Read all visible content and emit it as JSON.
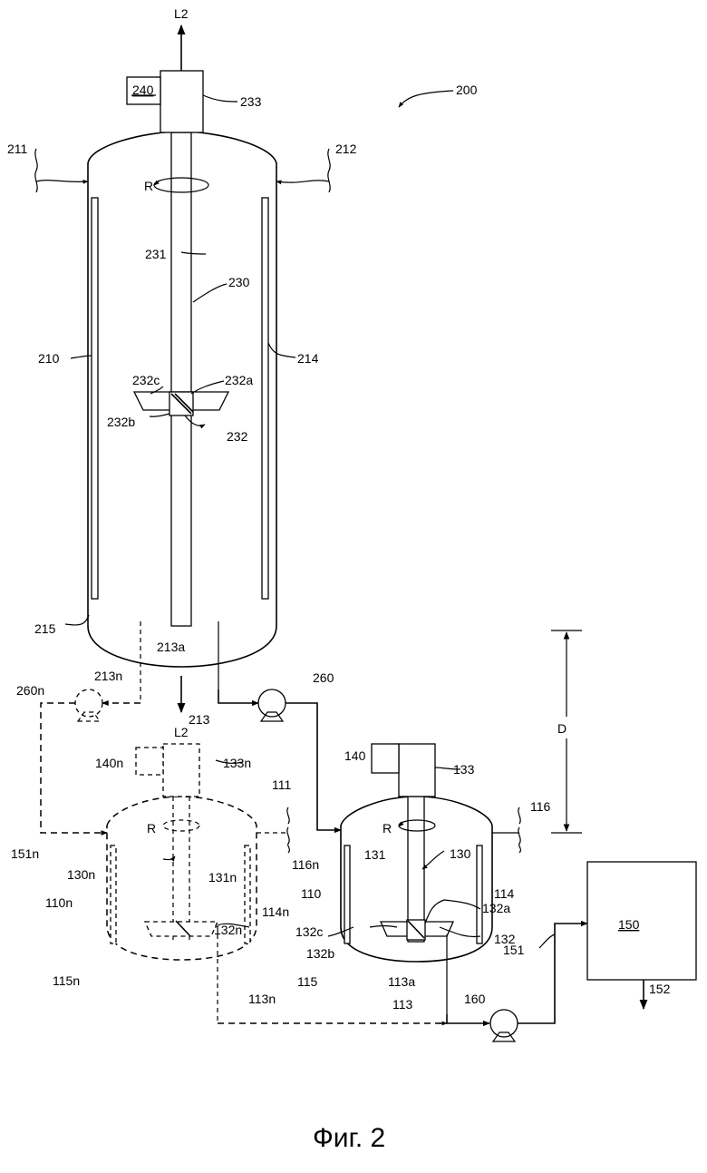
{
  "figure_id": "200",
  "caption": "Фиг. 2",
  "labels": {
    "L2_top": "L2",
    "L2_mid": "L2",
    "n240": "240",
    "n233": "233",
    "n211": "211",
    "n212": "212",
    "R_top": "R",
    "n231": "231",
    "n230": "230",
    "n210": "210",
    "n214": "214",
    "n232c": "232c",
    "n232a": "232a",
    "n232b": "232b",
    "n232": "232",
    "n215": "215",
    "n213a": "213a",
    "n213n": "213n",
    "n260n": "260n",
    "n260": "260",
    "n213": "213",
    "n140": "140",
    "n133": "133",
    "n140n": "140n",
    "n133n": "133n",
    "n111": "111",
    "n116": "116",
    "D": "D",
    "R_right": "R",
    "n131": "131",
    "n130": "130",
    "n110": "110",
    "n114": "114",
    "n132a": "132a",
    "n132c": "132c",
    "n132": "132",
    "n132b": "132b",
    "n115": "115",
    "n113a": "113a",
    "n113": "113",
    "n160": "160",
    "n150": "150",
    "n151": "151",
    "n152": "152",
    "R_left": "R",
    "n151n": "151n",
    "n130n": "130n",
    "n131n": "131n",
    "n116n": "116n",
    "n110n": "110n",
    "n114n": "114n",
    "n132n": "132n",
    "n115n": "115n",
    "n113n": "113n"
  }
}
